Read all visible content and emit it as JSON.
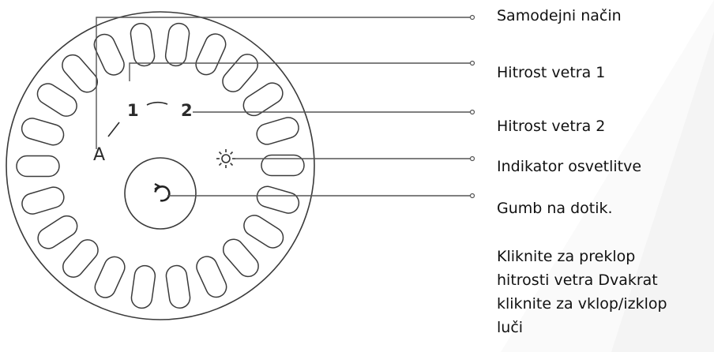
{
  "device": {
    "mode_marks": {
      "auto": "A",
      "speed1": "1",
      "speed2": "2"
    },
    "light_icon": "sun-icon",
    "touch_icon": "power-cycle-icon",
    "colors": {
      "stroke": "#3a3a3a",
      "line": "#555555",
      "text": "#111111",
      "watermark": "#f3f3f3"
    }
  },
  "callouts": [
    {
      "id": "auto-mode",
      "label": "Samodejni način"
    },
    {
      "id": "wind-speed-1",
      "label": "Hitrost vetra 1"
    },
    {
      "id": "wind-speed-2",
      "label": "Hitrost vetra 2"
    },
    {
      "id": "light-indicator",
      "label": "Indikator osvetlitve"
    },
    {
      "id": "touch-button",
      "label": "Gumb na dotik."
    }
  ],
  "description": {
    "lines": [
      "Kliknite za preklop",
      "hitrosti vetra Dvakrat",
      "kliknite za vklop/izklop",
      "luči"
    ]
  }
}
